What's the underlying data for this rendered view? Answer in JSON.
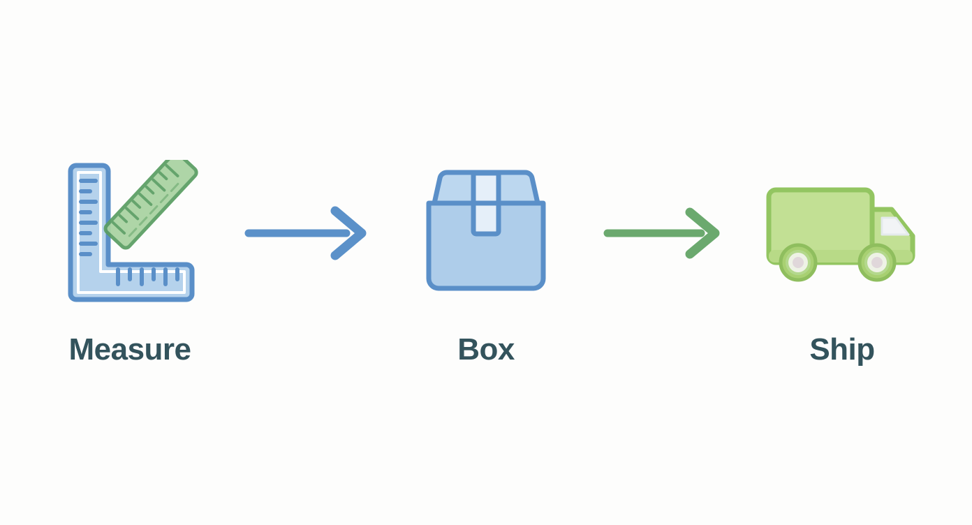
{
  "diagram": {
    "type": "process-flow",
    "orientation": "horizontal",
    "background_color": "#fdfdfc",
    "label_color": "#33535c",
    "steps": [
      {
        "id": "measure",
        "label": "Measure",
        "icon": "ruler-square-icon",
        "icon_colors": {
          "fill": "#b5d2ec",
          "stroke": "#5a8fc8",
          "accent_fill": "#a9d3a1",
          "accent_stroke": "#5a9e63"
        }
      },
      {
        "id": "box",
        "label": "Box",
        "icon": "cardboard-box-icon",
        "icon_colors": {
          "fill": "#aecdea",
          "stroke": "#5a8fc8",
          "lid_fill": "#bcd7ef",
          "tape_fill": "#e5eff9"
        }
      },
      {
        "id": "ship",
        "label": "Ship",
        "icon": "delivery-truck-icon",
        "icon_colors": {
          "fill": "#c2e094",
          "stroke": "#93c561",
          "window_fill": "#f2f4f6",
          "wheel_hub_fill": "#e0d7da",
          "wheel_inner_fill": "#eef2e6"
        }
      }
    ],
    "connectors": [
      {
        "id": "measure-to-box",
        "icon": "arrow-right-icon",
        "color": "#5b91c9",
        "from": "measure",
        "to": "box"
      },
      {
        "id": "box-to-ship",
        "icon": "arrow-right-icon",
        "color": "#6ba96e",
        "from": "box",
        "to": "ship"
      }
    ]
  }
}
